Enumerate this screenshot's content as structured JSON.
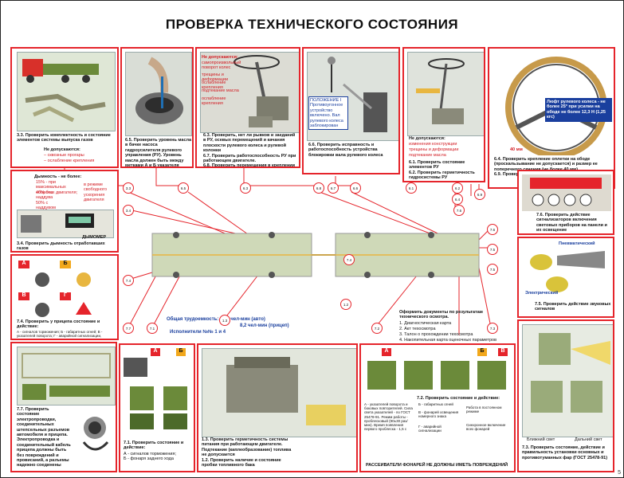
{
  "title": "ПРОВЕРКА ТЕХНИЧЕСКОГО СОСТОЯНИЯ",
  "panels": {
    "p33": {
      "caption": "3.3. Проверить комплектность и состояние элементов системы выпуска газов",
      "not_allowed": "Не допускаются:",
      "items": [
        "– сквозные прогары",
        "– ослабление крепления"
      ]
    },
    "p65": {
      "caption": "6.5. Проверить уровень масла в бачке насоса гидроусилителя рулевого управления (РУ). Уровень масла должен быть между метками А и Б указателя уровня"
    },
    "p63": {
      "not_allowed": "Не допускаются:",
      "items": [
        "самопроизвольный поворот колес",
        "трещины и деформации",
        "ослабление крепления",
        "подтекание масла",
        "ослабление крепления"
      ],
      "caption": "6.3. Проверить, нет ли рывков и заеданий в РУ, осевых перемещений и качания плоскости рулевого колеса и рулевой колонки\n6.7. Проверить работоспособность РУ при работающем двигателе.\n6.8. Проверить перемещения в креплении элементов рулевого привода"
    },
    "p66": {
      "position_label": "ПОЛОЖЕНИЕ I\nПротивоугонное устройство включено. Вал рулевого колеса заблокирован",
      "caption": "6.6. Проверить исправность и работоспособность устройства блокировки вала рулевого колеса"
    },
    "p61": {
      "not_allowed": "Не допускаются:",
      "items": [
        "изменения конструкции",
        "трещины и деформации",
        "подтекание масла"
      ],
      "caption": "6.1. Проверить состояние элементов РУ\n6.2. Проверить герметичность гидросистемы РУ"
    },
    "p64": {
      "play_text": "Люфт рулевого колеса - не более 25° при усилии на ободе не более 12,3 Н (1,25 кгс)",
      "play_mm": "40 мм",
      "caption": "6.4. Проверить крепление оплетки на ободе (проскальзывание не допускается) и размер ее поперечного сечения (не более 40 мм)\n6.9. Проверить суммарный люфт в РУ"
    },
    "p34": {
      "smoke_header": "Дымность - не более:",
      "smoke_lines": [
        "15% - при максимальных оборотах двигателя;",
        "40% без наддува",
        "50% с наддувом"
      ],
      "smoke_mode": "в режиме свободного ускорения двигателя",
      "device_label": "ДЫМОМЕР",
      "caption": "3.4. Проверить дымность отработавших газов"
    },
    "p74": {
      "caption": "7.4. Проверить у прицепа состояние и действие:",
      "legend": "А - сигналов торможения; Б - габаритных огней; В - указателей поворота; Г - аварийной сигнализации, наличие красных треугольных знаков"
    },
    "p77": {
      "caption": "7.7. Проверить состояние электропроводки, соединительных штепсельных разъемов автомобиля и прицепа. Электропроводка и соединительный кабель прицепа должны быть без повреждений и провисаний, а разъемы надежно соединены"
    },
    "p71": {
      "caption": "7.1. Проверить состояние и действие:",
      "legend": "А - сигналов торможения;\nБ - фонаря заднего хода"
    },
    "p13": {
      "caption1": "1.3. Проверить герметичность системы питания при работающем двигателе. Подтекание (каплеобразование) топлива не допускается",
      "caption2": "1.2. Проверить наличие и состояние пробки топливного бака"
    },
    "p72": {
      "caption": "7.2. Проверить состояние и действие:",
      "legend_a": "А - указателей поворота и боковых повторителей. Сила света указателей - по ГОСТ 25478-91. Режим работы - проблесковый (90±30 раз/мин). Время появления первого проблеска - 1,5 с",
      "legend_b": "Б - габаритных огней",
      "legend_v": "В - фонарей освещения номерного знака",
      "legend_g": "Г - аварийной сигнализации",
      "mode_steady": "Работа в постоянном режиме",
      "mode_sync": "Синхронное включение всех фонарей",
      "bottom": "РАССЕИВАТЕЛИ ФОНАРЕЙ НЕ ДОЛЖНЫ ИМЕТЬ ПОВРЕЖДЕНИЙ"
    },
    "p73": {
      "caption": "7.3. Проверить состояние, действие и правильность установки основных и противотуманных фар (ГОСТ 25478-91)",
      "near": "Ближний свет",
      "far": "Дальний свет"
    },
    "p76": {
      "caption": "7.6. Проверить действие сигнализаторов включения световых приборов на панели и их освещение"
    },
    "p75": {
      "label_pneumatic": "Пневматический",
      "label_electric": "Электрический",
      "caption": "7.5. Проверить действие звуковых сигналов"
    },
    "docs": {
      "header": "Оформить документы по результатам технического осмотра.",
      "items": [
        "1. Диагностическая карта",
        "2. Акт техосмотра",
        "3. Талон о прохождении техосмотра",
        "4. Накопительная карта оценочных параметров"
      ]
    }
  },
  "labor": {
    "line1": "Общая трудоемкость: 33,7 чел-мин (авто)",
    "line2": "8,2 чел-мин (прицеп)",
    "line3": "Исполнители №№ 1 и 4"
  },
  "markers": [
    "3.3",
    "6.5",
    "6.3",
    "6.8",
    "6.7",
    "6.6",
    "6.1",
    "6.2",
    "6.4",
    "6.9",
    "3.4",
    "7.6",
    "7.4",
    "7.5",
    "7.7",
    "7.1",
    "1.3",
    "1.2",
    "7.2",
    "7.3",
    "7.6",
    "7.5",
    "7.4"
  ],
  "lamp_letters": [
    "А",
    "Б",
    "В",
    "Г"
  ],
  "page_number": "5",
  "colors": {
    "accent": "#e5242b",
    "title": "#111111",
    "labor": "#1a3f9e"
  }
}
